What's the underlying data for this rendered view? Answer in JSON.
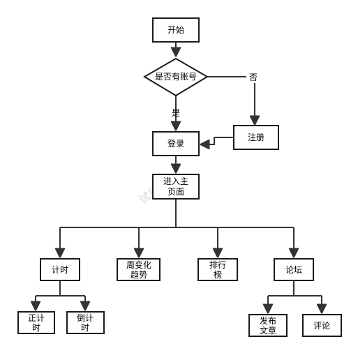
{
  "nodes": {
    "start": "开始",
    "has_account": "是否有账号",
    "register": "注册",
    "login": "登录",
    "main_page": [
      "进入主",
      "页面"
    ],
    "timer": "计时",
    "weekly_trend": [
      "周变化",
      "趋势"
    ],
    "ranking": [
      "排行",
      "榜"
    ],
    "forum": "论坛",
    "count_up": [
      "正计",
      "时"
    ],
    "countdown": [
      "倒计",
      "时"
    ],
    "post_article": [
      "发布",
      "文章"
    ],
    "comment": "评论"
  },
  "edges": {
    "yes": "是",
    "no": "否"
  },
  "watermark": "试用版"
}
